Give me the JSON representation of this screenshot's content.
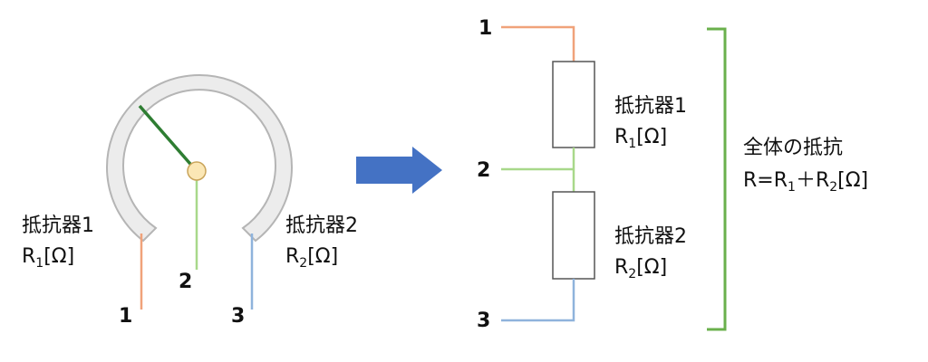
{
  "colors": {
    "terminal1": "#f0a27a",
    "terminal2": "#a8d88a",
    "terminal3": "#8fb3dc",
    "wiper": "#2e7d32",
    "arc_fill": "#ececec",
    "arc_stroke": "#b5b5b5",
    "pivot_fill": "#fbe7b5",
    "pivot_stroke": "#c9a45a",
    "arrow": "#4472c4",
    "bracket": "#6ab04c",
    "resistor_stroke": "#555555"
  },
  "pot": {
    "terminals": {
      "t1": "1",
      "t2": "2",
      "t3": "3"
    },
    "resistor1": {
      "name": "抵抗器1",
      "unit_base": "R",
      "unit_sub": "1",
      "unit_suffix": "[Ω]"
    },
    "resistor2": {
      "name": "抵抗器2",
      "unit_base": "R",
      "unit_sub": "2",
      "unit_suffix": "[Ω]"
    }
  },
  "circuit": {
    "terminals": {
      "t1": "1",
      "t2": "2",
      "t3": "3"
    },
    "resistor1": {
      "name": "抵抗器1",
      "unit_base": "R",
      "unit_sub": "1",
      "unit_suffix": "[Ω]"
    },
    "resistor2": {
      "name": "抵抗器2",
      "unit_base": "R",
      "unit_sub": "2",
      "unit_suffix": "[Ω]"
    }
  },
  "total": {
    "title": "全体の抵抗",
    "formula": {
      "lhs": "R=R",
      "sub1": "1",
      "plus": "＋R",
      "sub2": "2",
      "unit": "[Ω]"
    }
  }
}
